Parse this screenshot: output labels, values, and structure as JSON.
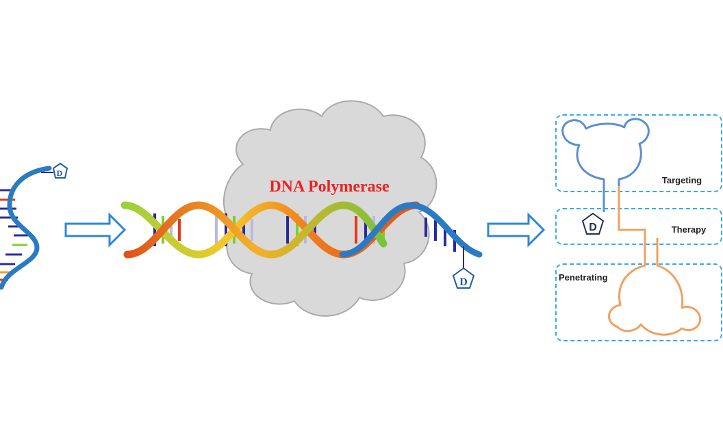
{
  "labels": {
    "enzyme": "DNA Polymerase",
    "drug_mark_small": "D",
    "drug_mark_product": "D",
    "drug_mark_box": "D",
    "targeting": "Targeting",
    "therapy": "Therapy",
    "penetrating": "Penetrating"
  },
  "colors": {
    "enzyme_text": "#ee2222",
    "cloud_fill": "#d9d9d9",
    "cloud_stroke": "#a9a9a9",
    "strand_blue": "#2b7bc4",
    "ribbon_orange": "#f07a1e",
    "ribbon_green": "#8ccc2e",
    "arrow_blue": "#2f86d6",
    "box_dash": "#33aaee",
    "targeting_loop": "#5a8fd1",
    "penetrating_loop": "#f0a060",
    "drug_mark": "#1f5aa8"
  },
  "icons": {
    "arrow": "right-arrow-icon",
    "drug": "pentagon-drug-icon",
    "cloud": "cloud-shape"
  }
}
